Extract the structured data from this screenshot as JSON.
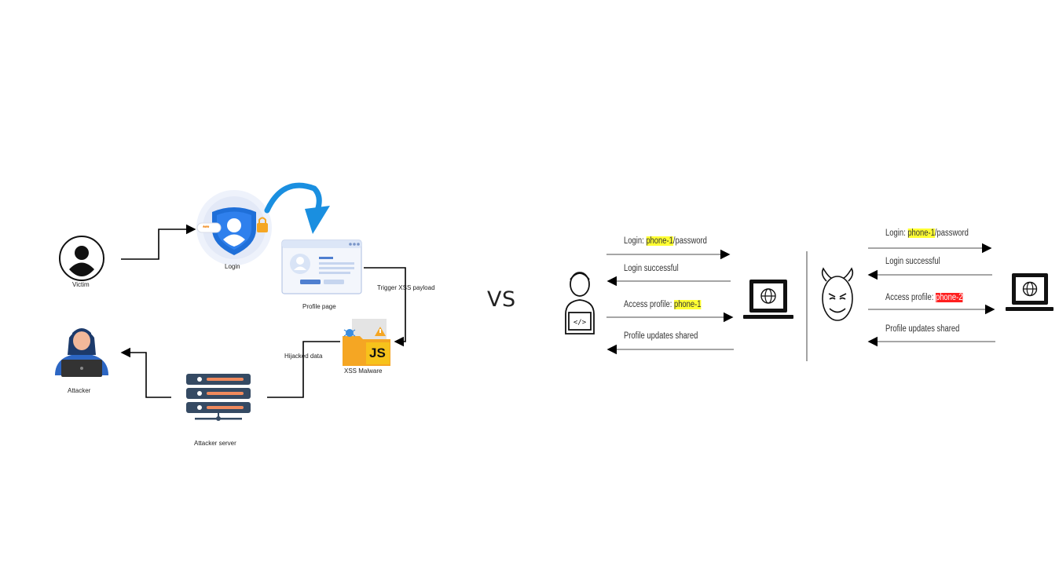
{
  "left_diagram": {
    "victim_label": "Victim",
    "login_label": "Login",
    "profile_label": "Profile page",
    "trigger_label": "Trigger XSS payload",
    "malware_label": "XSS Malware",
    "hijacked_label": "Hijacked data",
    "attacker_label": "Attacker",
    "server_label": "Attacker server",
    "login_stars": "***",
    "js_badge": "JS"
  },
  "vs_label": "VS",
  "sequence_legit": {
    "m1_prefix": "Login: ",
    "m1_highlight": "phone-1",
    "m1_suffix": "/password",
    "m2": "Login successful",
    "m3_prefix": "Access profile: ",
    "m3_highlight": "phone-1",
    "m4": "Profile updates shared"
  },
  "sequence_attack": {
    "m1_prefix": "Login: ",
    "m1_highlight": "phone-1",
    "m1_suffix": "/password",
    "m2": "Login successful",
    "m3_prefix": "Access profile: ",
    "m3_highlight": "phone-2",
    "m4": "Profile updates shared"
  },
  "colors": {
    "highlight_yellow": "#ffff33",
    "highlight_red": "#ff1f1f",
    "shield_blue": "#1f6fd8",
    "arrow_blue": "#1a8fe0",
    "malware_orange": "#f5a623",
    "server_navy": "#354a63"
  }
}
